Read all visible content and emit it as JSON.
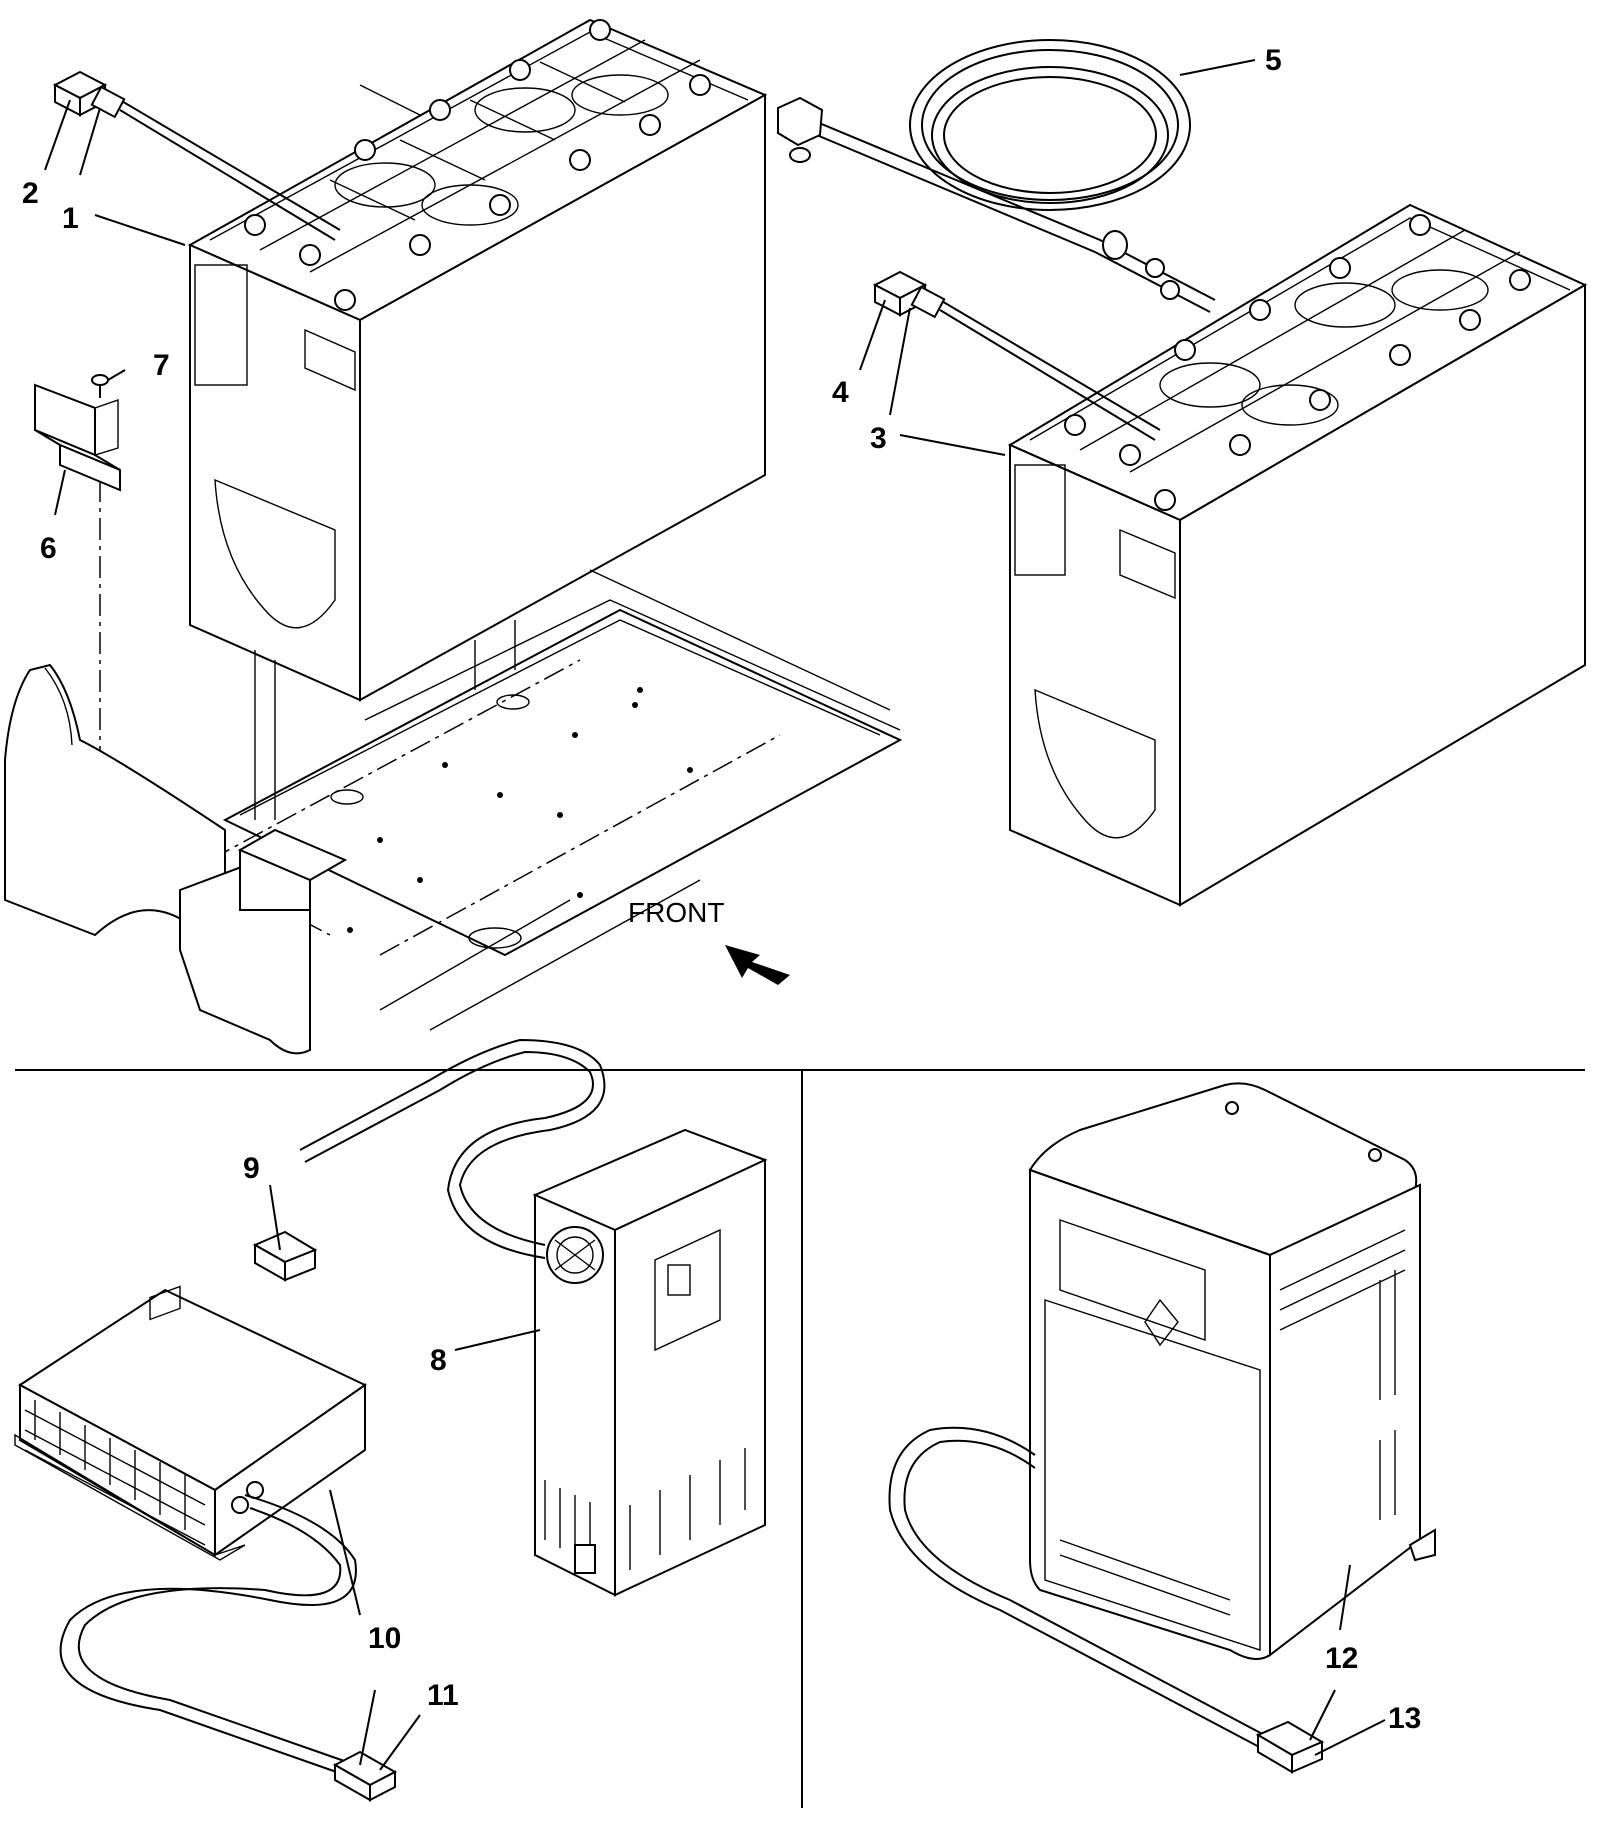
{
  "direction_label": "FRONT",
  "callouts": [
    "1",
    "2",
    "3",
    "4",
    "5",
    "6",
    "7",
    "8",
    "9",
    "10",
    "11",
    "12",
    "13"
  ],
  "colors": {
    "ink": "#000000",
    "background": "#ffffff"
  }
}
